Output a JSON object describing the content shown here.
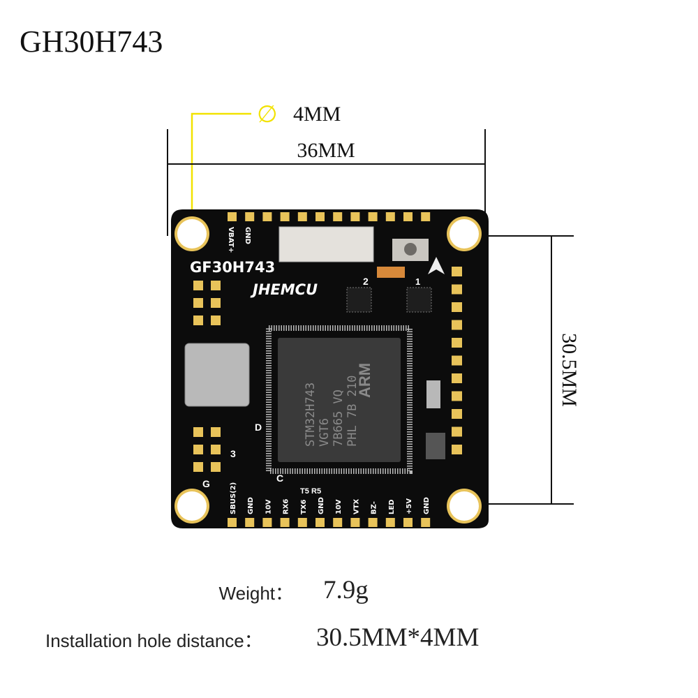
{
  "title": "GH30H743",
  "hole_diameter": {
    "symbol": "∅",
    "label": "4MM"
  },
  "width_dimension": "36MM",
  "hole_spacing_dimension": "30.5MM",
  "board": {
    "model": "GF30H743",
    "brand": "JHEMCU",
    "chip_lines": [
      "STM32H743",
      "VGT6",
      "7B665 VQ",
      "PHL 7B 210"
    ],
    "chip_brand": "ARM",
    "top_labels": [
      "VBAT+",
      "GND"
    ],
    "bottom_labels": [
      "SBUS(2)",
      "GND",
      "10V",
      "RX6",
      "TX6",
      "GND",
      "10V",
      "VTX",
      "BZ-",
      "LED",
      "+5V",
      "GND"
    ],
    "pad_markers": [
      "D",
      "3",
      "C",
      "G",
      "T5",
      "R5",
      "2",
      "1"
    ]
  },
  "colors": {
    "leader": "#f2e200",
    "board": "#0c0c0c",
    "pad": "#e8c35a"
  },
  "specs": [
    {
      "label": "Weight：",
      "value": "7.9g"
    },
    {
      "label": "Installation hole distance：",
      "value": "30.5MM*4MM"
    }
  ]
}
